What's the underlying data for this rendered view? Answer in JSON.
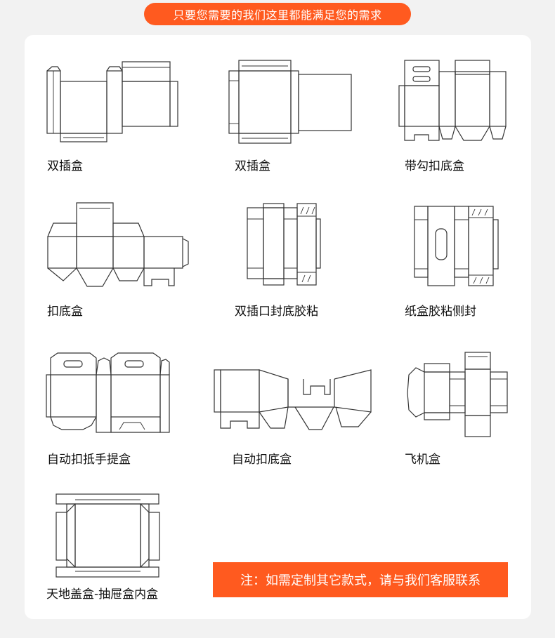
{
  "header": {
    "title": "只要您需要的我们这里都能满足您的需求"
  },
  "items": [
    {
      "label": "双插盒",
      "icon": "double-tuck-box-dieline-icon"
    },
    {
      "label": "双插盒",
      "icon": "double-tuck-box-dieline-icon"
    },
    {
      "label": "带勾扣底盒",
      "icon": "hook-lock-bottom-box-dieline-icon"
    },
    {
      "label": "扣底盒",
      "icon": "lock-bottom-box-dieline-icon"
    },
    {
      "label": "双插口封底胶粘",
      "icon": "tuck-top-glued-bottom-dieline-icon"
    },
    {
      "label": "纸盒胶粘侧封",
      "icon": "glued-side-seal-box-dieline-icon"
    },
    {
      "label": "自动扣抵手提盒",
      "icon": "auto-bottom-handle-box-dieline-icon"
    },
    {
      "label": "自动扣底盒",
      "icon": "auto-lock-bottom-box-dieline-icon"
    },
    {
      "label": "飞机盒",
      "icon": "mailer-box-dieline-icon"
    },
    {
      "label": "天地盖盒-抽屉盒内盒",
      "icon": "lid-base-drawer-box-dieline-icon"
    }
  ],
  "note": {
    "text": "注：如需定制其它款式，请与我们客服联系"
  },
  "colors": {
    "accent": "#ff5a1f",
    "background": "#f2f2f2",
    "card": "#ffffff"
  }
}
